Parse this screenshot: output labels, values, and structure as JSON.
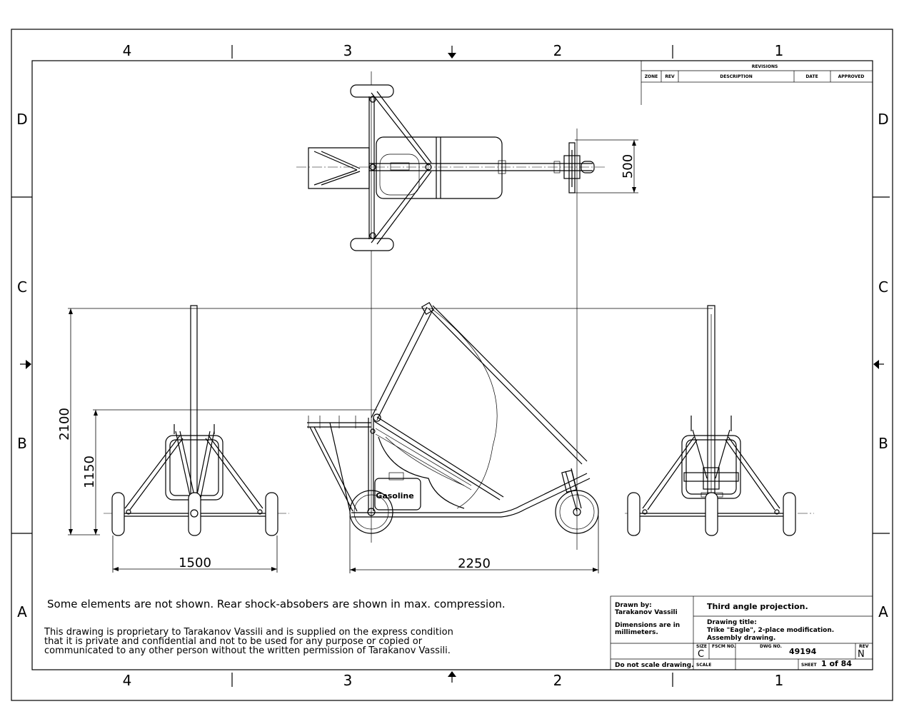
{
  "border": {
    "zones_top": [
      "4",
      "3",
      "2",
      "1"
    ],
    "zones_bottom": [
      "4",
      "3",
      "2",
      "1"
    ],
    "zones_left": [
      "D",
      "C",
      "B",
      "A"
    ],
    "zones_right": [
      "D",
      "C",
      "B",
      "A"
    ]
  },
  "revisions": {
    "title": "REVISIONS",
    "columns": [
      "ZONE",
      "REV",
      "DESCRIPTION",
      "DATE",
      "APPROVED"
    ]
  },
  "dimensions": {
    "width_top": "500",
    "height_total": "2100",
    "height_mid": "1150",
    "track": "1500",
    "wheelbase": "2250"
  },
  "labels": {
    "fuel_tank": "Gasoline"
  },
  "notes": {
    "line1": "Some elements are not shown. Rear shock-absobers are shown in max. compression.",
    "prop1": "This drawing is proprietary to Tarakanov Vassili and is supplied on the express condition",
    "prop2": "that it is private and confidential and not to be used for any purpose or copied or",
    "prop3": "communicated to any other person without the written permission of Tarakanov Vassili."
  },
  "title_block": {
    "drawn_by_label": "Drawn by:",
    "drawn_by": "Tarakanov Vassili",
    "units_1": "Dimensions are in",
    "units_2": "millimeters.",
    "do_not_scale": "Do not scale drawing.",
    "projection": "Third angle projection.",
    "drawing_title_label": "Drawing title:",
    "drawing_title_1": "Trike \"Eagle\", 2-place modification.",
    "drawing_title_2": "Assembly drawing.",
    "size_label": "SIZE",
    "size": "C",
    "fscm_label": "FSCM NO.",
    "dwg_label": "DWG NO.",
    "dwg_no": "49194",
    "rev_label": "REV",
    "rev": "N",
    "scale_label": "SCALE",
    "sheet_label": "SHEET",
    "sheet": "1 of 84"
  }
}
